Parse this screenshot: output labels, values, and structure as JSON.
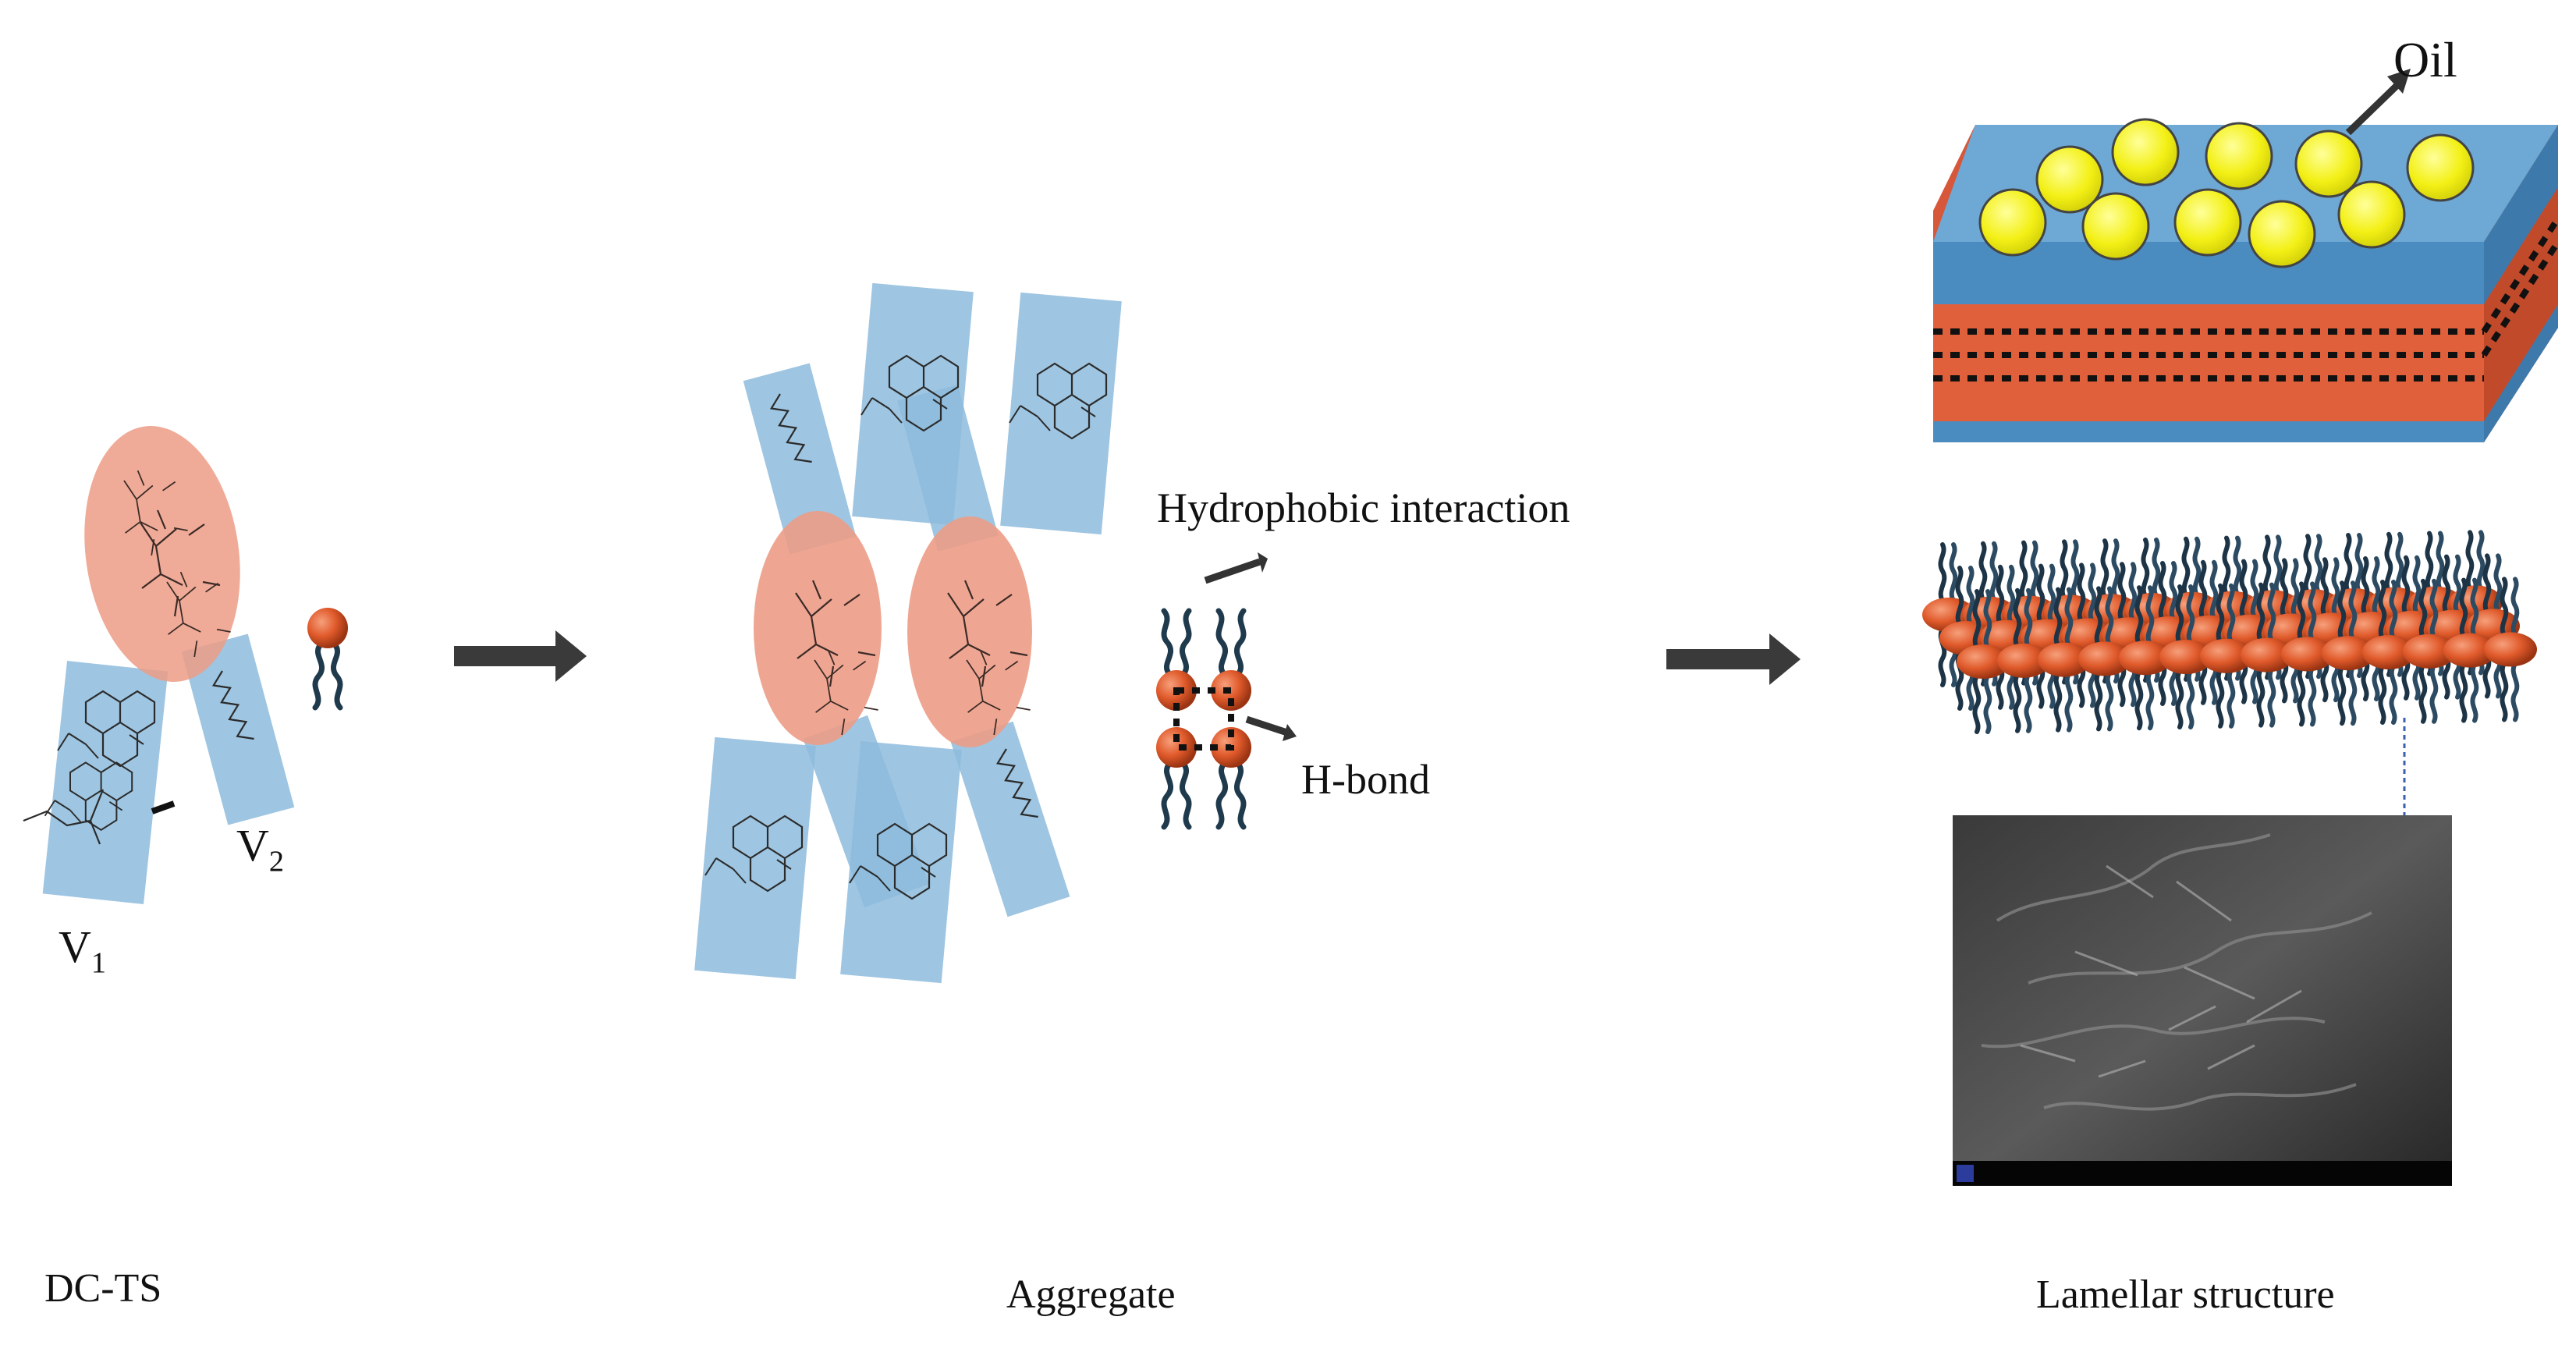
{
  "labels": {
    "v1": {
      "main": "V",
      "sub": "1"
    },
    "v2": {
      "main": "V",
      "sub": "2"
    },
    "hydrophobic": "Hydrophobic interaction",
    "hbond": "H-bond",
    "oil": "Oil",
    "captions": {
      "dcts": "DC-TS",
      "aggregate": "Aggregate",
      "lamellar": "Lamellar structure"
    }
  },
  "colors": {
    "blue_block": "#8dbbdc",
    "salmon_ellipse": "#ec9c86",
    "orange_head": "#e05a2b",
    "tail": "#1f3a4c",
    "arrow": "#3a3a3a",
    "slab_blue": "#4a8bc0",
    "slab_orange": "#e0603c",
    "oil_yellow": "#f3f016",
    "sem_dark": "#2a2a2a"
  },
  "icons": {
    "process_arrow": "right-arrow-icon",
    "molecule": "amphiphile-molecule-icon"
  }
}
